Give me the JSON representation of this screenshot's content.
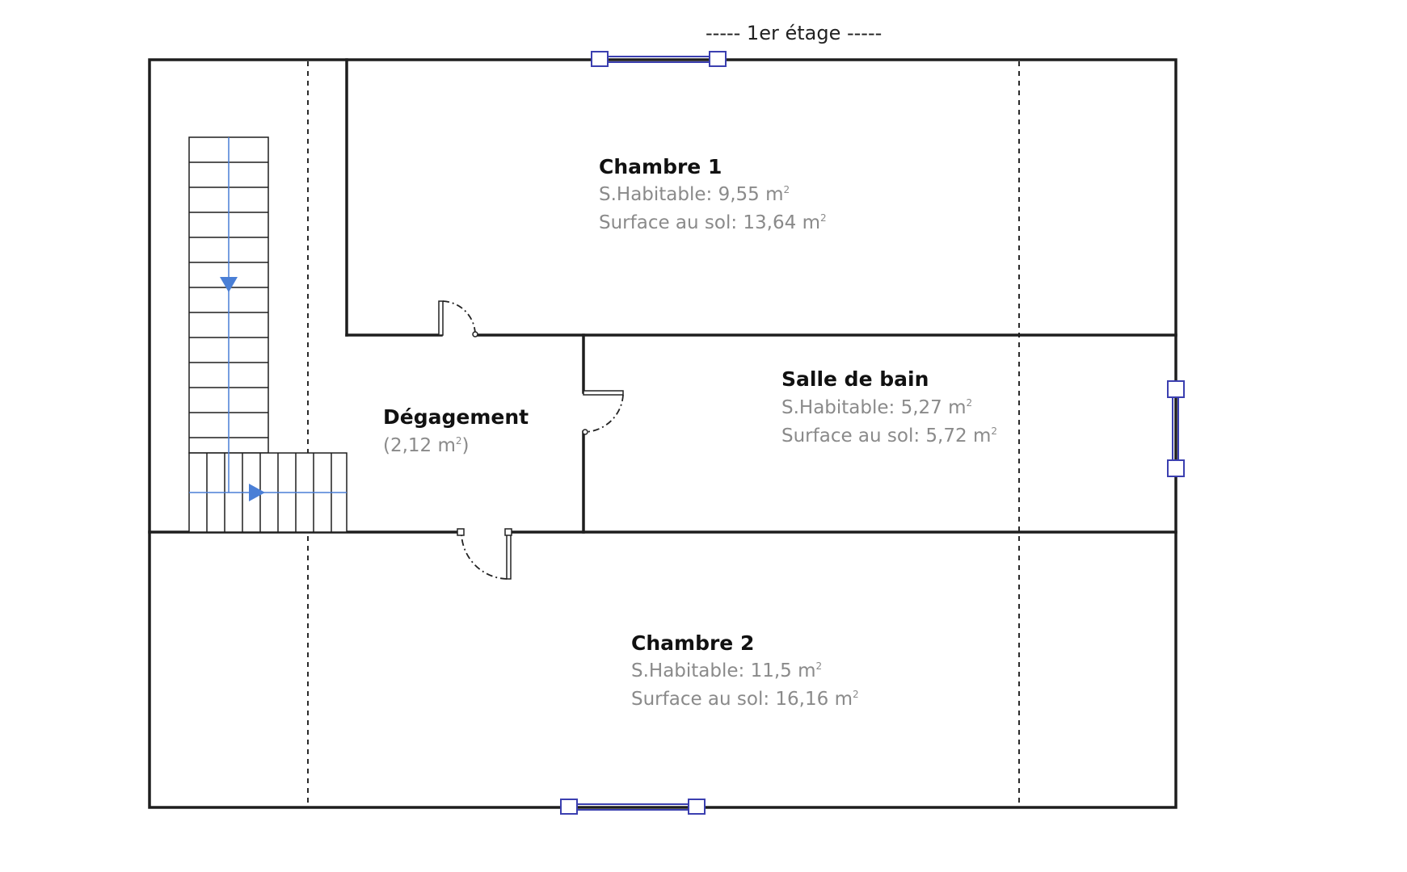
{
  "floor_title": "-----  1er étage  -----",
  "rooms": {
    "chambre1": {
      "name": "Chambre 1",
      "habitable": "S.Habitable: 9,55 m",
      "sol": "Surface au sol: 13,64 m",
      "unit_sup": "2"
    },
    "salle_de_bain": {
      "name": "Salle de bain",
      "habitable": "S.Habitable: 5,27 m",
      "sol": "Surface au sol: 5,72 m",
      "unit_sup": "2"
    },
    "degagement": {
      "name": "Dégagement",
      "area_open": "(2,12 m",
      "area_close": ")",
      "unit_sup": "2"
    },
    "chambre2": {
      "name": "Chambre 2",
      "habitable": "S.Habitable: 11,5 m",
      "sol": "Surface au sol: 16,16 m",
      "unit_sup": "2"
    }
  },
  "colors": {
    "wall": "#1e1e1e",
    "window": "#3b3fb0",
    "stair_arrow": "#4a7fd6",
    "sub_text": "#8a8a8a"
  },
  "icons": [
    "stair-arrow-down-icon",
    "stair-arrow-right-icon",
    "door-swing-icon",
    "window-icon"
  ]
}
